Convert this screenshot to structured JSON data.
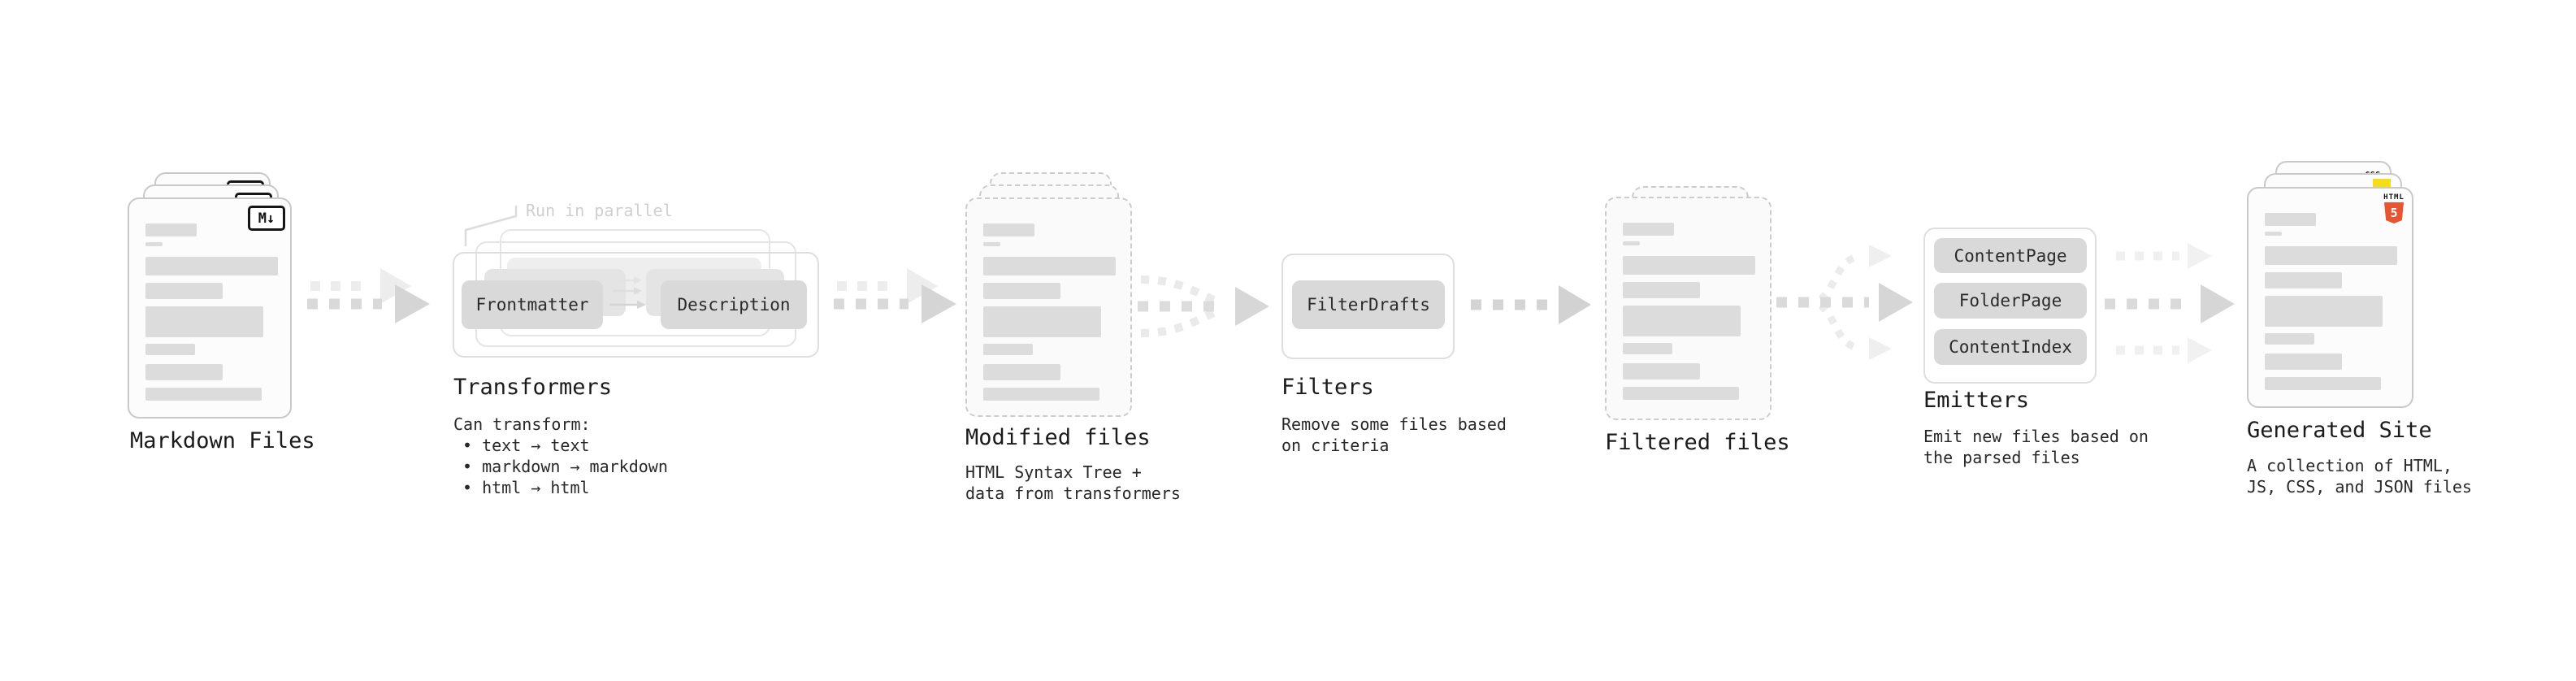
{
  "stages": [
    {
      "key": "markdown-files",
      "title": "Markdown Files",
      "badge": "M↓"
    },
    {
      "key": "transformers",
      "title": "Transformers",
      "note": "Run in parallel",
      "intro": "Can transform:",
      "bullets": [
        "• text → text",
        "• markdown → markdown",
        "• html → html"
      ],
      "nodes": [
        "Frontmatter",
        "Description"
      ]
    },
    {
      "key": "modified-files",
      "title": "Modified files",
      "subtitle": "HTML Syntax Tree +\ndata from transformers"
    },
    {
      "key": "filters",
      "title": "Filters",
      "subtitle": "Remove some files based\non criteria",
      "nodes": [
        "FilterDrafts"
      ]
    },
    {
      "key": "filtered-files",
      "title": "Filtered files"
    },
    {
      "key": "emitters",
      "title": "Emitters",
      "subtitle": "Emit new files based on\nthe parsed files",
      "nodes": [
        "ContentPage",
        "FolderPage",
        "ContentIndex"
      ]
    },
    {
      "key": "generated-site",
      "title": "Generated Site",
      "subtitle": "A collection of HTML,\nJS, CSS, and JSON files",
      "file_icons": {
        "html_label": "HTML",
        "html_number": "5",
        "css_label": "CSS"
      }
    }
  ],
  "colors": {
    "card_border": "#c9c9c9",
    "skeleton_bar": "#dcdcdc",
    "node_fill": "#d9d9d9",
    "arrow_main": "#d9d9d9",
    "arrow_ghost": "#ededed",
    "note_gray": "#cfcfcf",
    "html5_orange": "#e8542f",
    "js_yellow": "#f5de19",
    "css_blue": "#3b6cf4"
  }
}
